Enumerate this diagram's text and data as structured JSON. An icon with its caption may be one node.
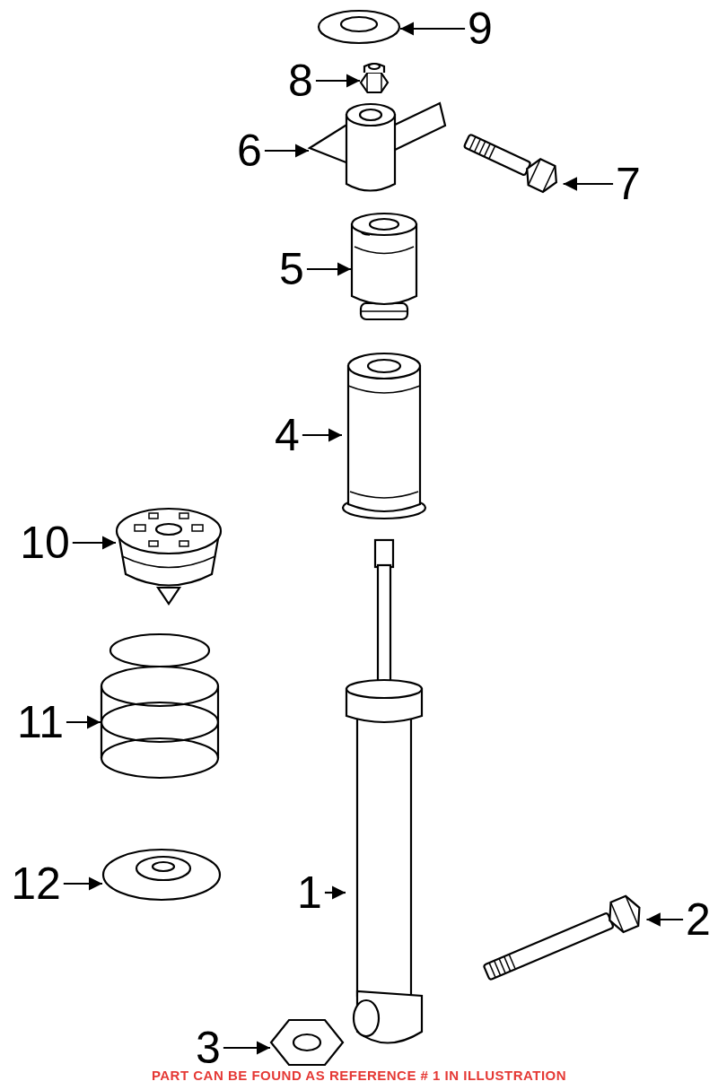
{
  "diagram": {
    "caption": "PART CAN BE FOUND AS REFERENCE # 1 IN ILLUSTRATION",
    "nodes": [
      {
        "text": [
          "9"
        ]
      },
      {
        "text": [],
        "shape": "picture"
      },
      {
        "text": [
          "8"
        ]
      },
      {
        "text": [],
        "shape": "picture"
      },
      {
        "text": [
          "6"
        ]
      },
      {
        "text": [],
        "shape": "picture"
      },
      {
        "text": [
          "7"
        ]
      },
      {
        "text": [],
        "shape": "picture"
      },
      {
        "text": [
          "5"
        ]
      },
      {
        "text": [],
        "shape": "picture"
      },
      {
        "text": [
          "4"
        ]
      },
      {
        "text": [],
        "shape": "picture"
      },
      {
        "text": [
          "10"
        ]
      },
      {
        "text": [],
        "shape": "picture"
      },
      {
        "text": [
          "11"
        ]
      },
      {
        "text": [],
        "shape": "picture"
      },
      {
        "text": [
          "12"
        ]
      },
      {
        "text": [],
        "shape": "picture"
      },
      {
        "text": [
          "1"
        ]
      },
      {
        "text": [],
        "shape": "picture"
      },
      {
        "text": [
          "2"
        ]
      },
      {
        "text": [],
        "shape": "picture"
      },
      {
        "text": [
          "3"
        ]
      },
      {
        "text": [],
        "shape": "picture"
      }
    ],
    "edges": [
      {
        "from": 0,
        "to": 1,
        "arrow": "to"
      },
      {
        "from": 2,
        "to": 3,
        "arrow": "to"
      },
      {
        "from": 4,
        "to": 5,
        "arrow": "to"
      },
      {
        "from": 6,
        "to": 7,
        "arrow": "to"
      },
      {
        "from": 8,
        "to": 9,
        "arrow": "to"
      },
      {
        "from": 10,
        "to": 11,
        "arrow": "to"
      },
      {
        "from": 12,
        "to": 13,
        "arrow": "to"
      },
      {
        "from": 14,
        "to": 15,
        "arrow": "to"
      },
      {
        "from": 16,
        "to": 17,
        "arrow": "to"
      },
      {
        "from": 18,
        "to": 19,
        "arrow": "to"
      },
      {
        "from": 20,
        "to": 21,
        "arrow": "to"
      },
      {
        "from": 22,
        "to": 23,
        "arrow": "to"
      }
    ]
  }
}
